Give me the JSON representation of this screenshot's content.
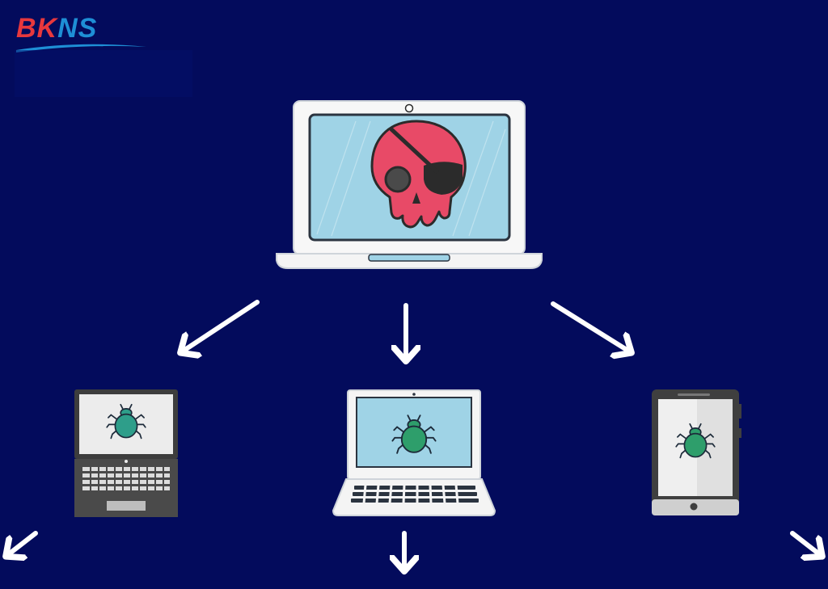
{
  "logo": {
    "brand_text_part1": "BK",
    "brand_text_part2": "NS"
  },
  "colors": {
    "background": "#030b5c",
    "arrow": "#ffffff",
    "skull": "#e84a67",
    "screen": "#9fd3e6",
    "bug": "#2e9e6b",
    "logo_red": "#e8383d",
    "logo_blue": "#1e8fd6"
  },
  "diagram": {
    "source": {
      "device": "laptop",
      "icon": "pirate-skull-icon"
    },
    "targets": [
      {
        "device": "laptop-dark",
        "icon": "bug-icon"
      },
      {
        "device": "laptop-light",
        "icon": "bug-icon"
      },
      {
        "device": "tablet",
        "icon": "bug-icon"
      }
    ]
  }
}
